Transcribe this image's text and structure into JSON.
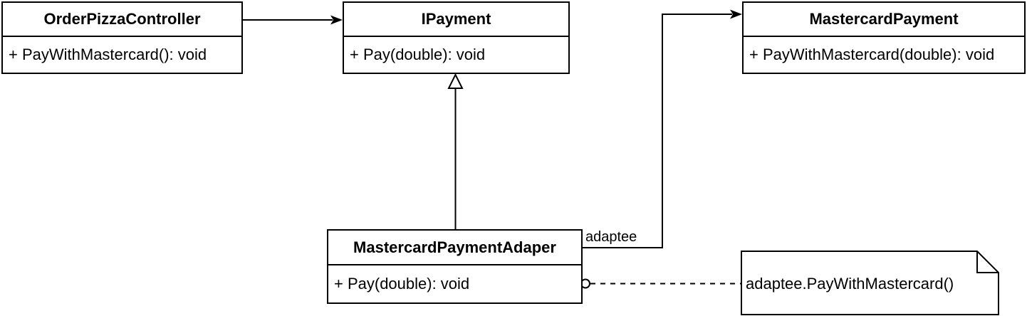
{
  "diagram": {
    "background": "#ffffff",
    "stroke_color": "#000000",
    "fill_color": "#ffffff",
    "classes": [
      {
        "name": "OrderPizzaController",
        "methods": [
          "+ PayWithMastercard(): void"
        ]
      },
      {
        "name": "IPayment",
        "methods": [
          "+ Pay(double): void"
        ]
      },
      {
        "name": "MastercardPayment",
        "methods": [
          "+ PayWithMastercard(double): void"
        ]
      },
      {
        "name": "MastercardPaymentAdaper",
        "methods": [
          "+ Pay(double): void"
        ]
      }
    ],
    "edges": [
      {
        "from": "OrderPizzaController",
        "to": "IPayment",
        "type": "directed-association",
        "label": ""
      },
      {
        "from": "MastercardPaymentAdaper",
        "to": "IPayment",
        "type": "realization",
        "label": ""
      },
      {
        "from": "MastercardPaymentAdaper",
        "to": "MastercardPayment",
        "type": "directed-association",
        "label": "adaptee"
      }
    ],
    "note": {
      "text": "adaptee.PayWithMastercard()"
    }
  }
}
